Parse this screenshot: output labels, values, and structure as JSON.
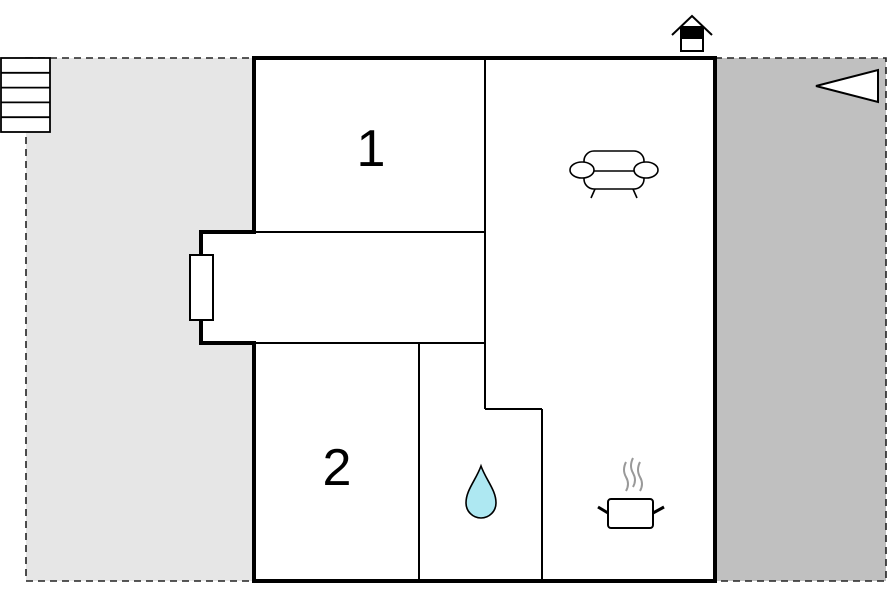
{
  "floor_plan": {
    "rooms": [
      {
        "id": "bedroom-1",
        "label": "1"
      },
      {
        "id": "bedroom-2",
        "label": "2"
      }
    ],
    "icons": [
      "entrance-icon",
      "stairs-icon",
      "terrace-icon",
      "sofa-icon",
      "cooking-pot-icon",
      "water-drop-icon",
      "window-icon"
    ],
    "colors": {
      "garden_left": "#e6e6e6",
      "terrace_right": "#c0c0c0",
      "walls": "#000000",
      "water_drop": "#aee8f2"
    }
  }
}
